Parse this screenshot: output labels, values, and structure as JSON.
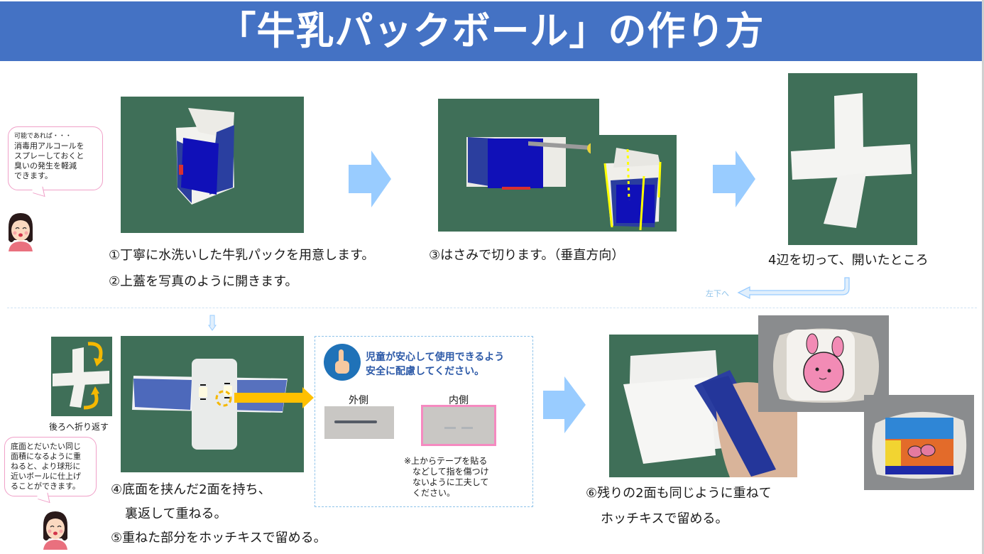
{
  "title": "「牛乳パックボール」の作り方",
  "colors": {
    "title_bg": "#4472c4",
    "arrow_blue": "#99ccff",
    "arrow_yellow": "#ffc000",
    "cut_line_yellow": "#ffff00",
    "safety_title": "#2d5aa8",
    "bubble_border": "#f0a0c8",
    "box_border": "#8fc3ea"
  },
  "tips": {
    "tip1": {
      "lead": "可能であれば・・・",
      "lines": [
        "消毒用アルコールを",
        "スプレーしておくと",
        "臭いの発生を軽減",
        "できます。"
      ]
    },
    "tip2": {
      "lines": [
        "底面とだいたい同じ",
        "面積になるように重",
        "ねると、より球形に",
        "近いボールに仕上げ",
        "ることができます。"
      ]
    }
  },
  "steps": {
    "s1": "①丁寧に水洗いした牛乳パックを用意します。",
    "s2": "②上蓋を写真のように開きます。",
    "s3": "③はさみで切ります。（垂直方向）",
    "s3b": "4辺を切って、開いたところ",
    "s4a": "④底面を挟んだ2面を持ち、",
    "s4b": "裏返して重ねる。",
    "s5": "⑤重ねた部分をホッチキスで留める。",
    "s6a": "⑥残りの2面も同じように重ねて",
    "s6b": "ホッチキスで留める。"
  },
  "captions": {
    "fold_back": "後ろへ折り返す",
    "to_lower_left": "左下へ"
  },
  "safety": {
    "title_lines": [
      "児童が安心して使用できるよう",
      "安全に配慮してください。"
    ],
    "outside_label": "外側",
    "inside_label": "内側",
    "note_lines": [
      "※上からテープを貼る",
      "　などして指を傷つけ",
      "　ないように工夫して",
      "　ください。"
    ]
  },
  "images": [
    {
      "id": "opened-carton",
      "desc": "milk carton with top opened"
    },
    {
      "id": "cutting-carton",
      "desc": "cutting carton with scissors"
    },
    {
      "id": "cut-lines",
      "desc": "carton with yellow cut lines"
    },
    {
      "id": "opened-cross",
      "desc": "carton cut open into cross shape"
    },
    {
      "id": "fold-back",
      "desc": "cross with fold-back arrows"
    },
    {
      "id": "overlapped",
      "desc": "overlapped faces stapled"
    },
    {
      "id": "staple-outside",
      "desc": "staple outside view"
    },
    {
      "id": "staple-inside",
      "desc": "staple inside view"
    },
    {
      "id": "stapling-hand",
      "desc": "stapling remaining faces"
    },
    {
      "id": "bunny-ball",
      "desc": "finished ball with bunny drawing"
    },
    {
      "id": "ribbon-ball",
      "desc": "finished ball with ribbon drawing"
    }
  ]
}
